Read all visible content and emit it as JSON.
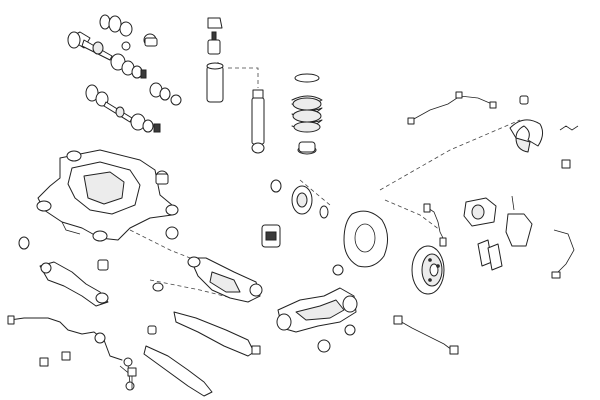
{
  "diagram": {
    "background": "#ffffff",
    "line_color": "#222222",
    "fill_color": "#ececec",
    "parts": [
      "drive-shaft-upper",
      "drive-shaft-lower",
      "cv-joint-boot",
      "subframe",
      "subframe-bushing",
      "shock-absorber",
      "coil-spring",
      "bump-stop",
      "wheel-hub",
      "brake-disc",
      "dust-shield",
      "brake-caliper",
      "brake-pads",
      "parking-brake-shoes",
      "parking-brake-cable",
      "wear-sensor",
      "brake-hose",
      "stabilizer-bar",
      "stabilizer-link",
      "control-arm",
      "trailing-arm",
      "wheel-carrier",
      "toe-link",
      "abs-sensor"
    ]
  }
}
